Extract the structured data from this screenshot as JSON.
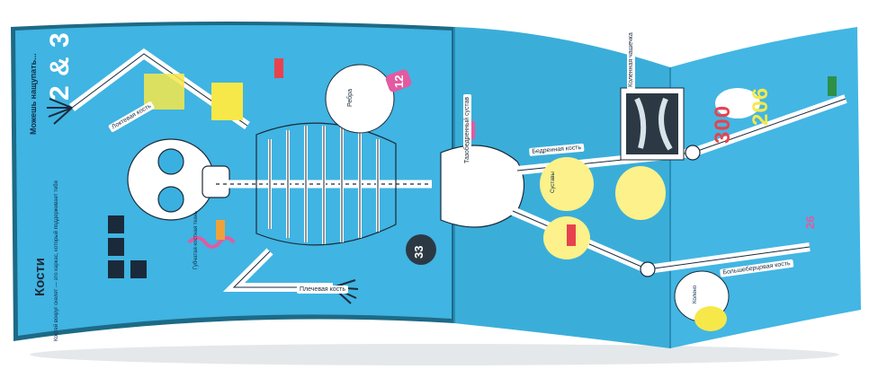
{
  "book": {
    "section_title": "Кости",
    "heading_question": "Можешь нащупать...",
    "numbers": {
      "two_and_three": "2 & 3",
      "three_hundred": "300",
      "two_o_six": "206",
      "thirty_three": "33",
      "twelve": "12",
      "twenty_six": "26"
    },
    "bone_labels": {
      "pelvis": "Тазобедренный сустав",
      "ulna": "Локтевая кость",
      "tibia": "Большеберцовая кость",
      "femur": "Бедренная кость",
      "humerus": "Плечевая кость",
      "knee_cap": "Коленная чашечка",
      "ribs": "Ребра"
    },
    "intro_text": "Костей вокруг скелет — это каркас, который поддерживает тебя",
    "small_texts": {
      "blood_cells": "Губчатая костная ткань",
      "joints": "Суставы",
      "knee": "Колено"
    }
  },
  "colors": {
    "page_blue": "#3fb3e0",
    "dark_teal": "#1d6a86",
    "bone_white": "#ffffff",
    "accent_yellow": "#f7e84a",
    "accent_red": "#e8424e",
    "accent_pink": "#e35aa0",
    "xray_dark": "#2c3944"
  },
  "icons": {
    "skeleton_illustration": "skeleton-illustration",
    "xray_panel": "xray-panel",
    "bone_icon": "bone-icon",
    "skull_icon": "skull-icon"
  }
}
